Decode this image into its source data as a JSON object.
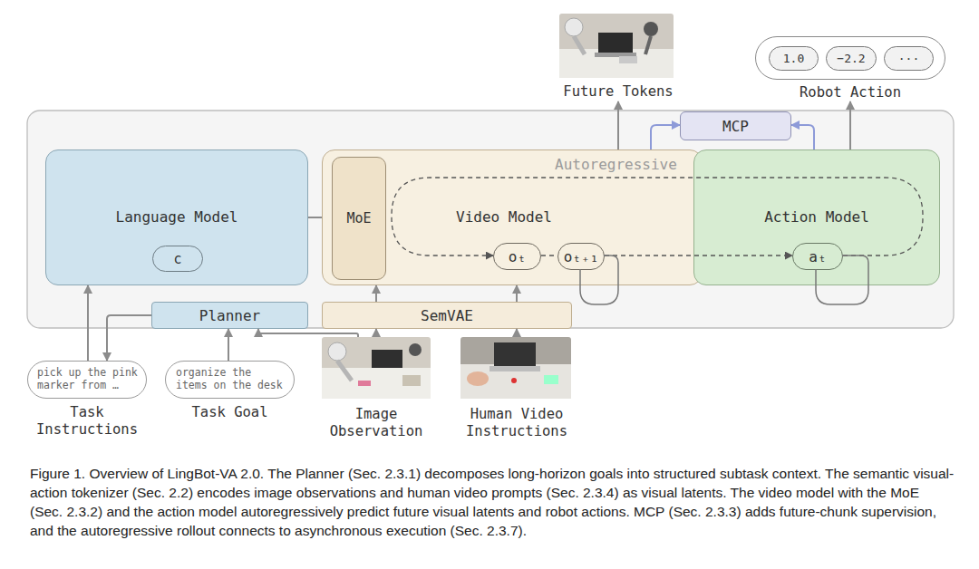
{
  "diagram": {
    "caption": "Figure 1. Overview of LingBot-VA 2.0. The Planner (Sec. 2.3.1) decomposes long-horizon goals into structured subtask context. The semantic visual-action tokenizer (Sec. 2.2) encodes image observations and human video prompts (Sec. 2.3.4) as visual latents. The video model with the MoE (Sec. 2.3.2) and the action model autoregressively predict future visual latents and robot actions. MCP (Sec. 2.3.3) adds future-chunk supervision, and the autoregressive rollout connects to asynchronous execution (Sec. 2.3.7).",
    "nodes": [
      {
        "text": [
          "Future Tokens"
        ]
      },
      {
        "text": [
          "Robot Action"
        ]
      },
      {
        "text": [
          "1.0"
        ],
        "in": 1
      },
      {
        "text": [
          "−2.2"
        ],
        "in": 1
      },
      {
        "text": [
          "···"
        ],
        "in": 1
      },
      {
        "text": [
          "MCP"
        ]
      },
      {
        "text": [
          "Language Model"
        ]
      },
      {
        "text": [
          "c"
        ],
        "in": 6
      },
      {
        "text": [
          "Video Model"
        ]
      },
      {
        "text": [
          "MoE"
        ],
        "in": 8
      },
      {
        "text": [
          "oₜ"
        ],
        "in": 8
      },
      {
        "text": [
          "oₜ₊₁"
        ],
        "in": 8
      },
      {
        "text": [
          "Action Model"
        ]
      },
      {
        "text": [
          "aₜ"
        ],
        "in": 12
      },
      {
        "text": [
          "Planner"
        ]
      },
      {
        "text": [
          "SemVAE"
        ]
      },
      {
        "text": [
          "pick up the pink marker from …",
          "Task Instructions"
        ]
      },
      {
        "text": [
          "organize the items on the desk",
          "Task Goal"
        ]
      },
      {
        "text": [
          "Image Observation"
        ]
      },
      {
        "text": [
          "Human Video Instructions"
        ]
      }
    ],
    "edges": [
      {
        "from": 8,
        "to": 0,
        "arrow": "to"
      },
      {
        "from": 12,
        "to": 1,
        "arrow": "to"
      },
      {
        "from": 8,
        "to": 5,
        "arrow": "to"
      },
      {
        "from": 12,
        "to": 5,
        "arrow": "to"
      },
      {
        "from": 6,
        "to": 8,
        "arrow": "none"
      },
      {
        "from": 10,
        "to": 11,
        "arrow": "none"
      },
      {
        "from": 11,
        "to": 13,
        "arrow": "to"
      },
      {
        "from": 13,
        "to": 10,
        "arrow": "to"
      },
      {
        "from": 16,
        "to": 6,
        "arrow": "to"
      },
      {
        "from": 14,
        "to": 16,
        "arrow": "to"
      },
      {
        "from": 17,
        "to": 14,
        "arrow": "to"
      },
      {
        "from": 18,
        "to": 14,
        "arrow": "to"
      },
      {
        "from": 18,
        "to": 15,
        "arrow": "to"
      },
      {
        "from": 19,
        "to": 15,
        "arrow": "to"
      },
      {
        "from": 15,
        "to": 8,
        "arrow": "to"
      },
      {
        "from": 15,
        "to": 8,
        "arrow": "to"
      }
    ],
    "labels": [
      "Autoregressive"
    ]
  }
}
